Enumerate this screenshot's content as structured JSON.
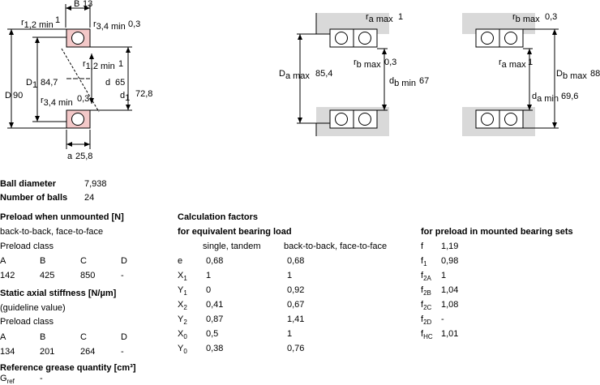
{
  "drawings": {
    "single": {
      "b": "13",
      "r12_top": "1",
      "r34_top": "0,3",
      "D": "90",
      "D1": "84,7",
      "r12_mid": "1",
      "d": "65",
      "d1": "72,8",
      "r34_bot": "0,3",
      "a": "25,8"
    },
    "mount_a": {
      "ra_max": "1",
      "Da_max": "85,4",
      "rb_max": "0,3",
      "db_min": "67"
    },
    "mount_b": {
      "rb_max": "0,3",
      "ra_max": "1",
      "Db_max": "88",
      "da_min": "69,6"
    }
  },
  "general": {
    "ball_diameter_label": "Ball diameter",
    "ball_diameter_value": "7,938",
    "number_of_balls_label": "Number of balls",
    "number_of_balls_value": "24"
  },
  "preload": {
    "heading": "Preload when unmounted [N]",
    "arrangement": "back-to-back, face-to-face",
    "class_label": "Preload class",
    "classes": [
      "A",
      "B",
      "C",
      "D"
    ],
    "values": [
      "142",
      "425",
      "850",
      "-"
    ]
  },
  "stiffness": {
    "heading": "Static axial stiffness [N/µm]",
    "note": "(guideline value)",
    "class_label": "Preload class",
    "classes": [
      "A",
      "B",
      "C",
      "D"
    ],
    "values": [
      "134",
      "201",
      "264",
      "-"
    ]
  },
  "grease": {
    "heading": "Reference grease quantity [cm³]",
    "value": "-"
  },
  "calc": {
    "heading": "Calculation factors",
    "subheading": "for equivalent bearing load",
    "col_single": "single, tandem",
    "col_btb": "back-to-back, face-to-face",
    "rows": [
      {
        "single": "0,68",
        "btb": "0,68"
      },
      {
        "single": "1",
        "btb": "1"
      },
      {
        "single": "0",
        "btb": "0,92"
      },
      {
        "single": "0,41",
        "btb": "0,67"
      },
      {
        "single": "0,87",
        "btb": "1,41"
      },
      {
        "single": "0,5",
        "btb": "1"
      },
      {
        "single": "0,38",
        "btb": "0,76"
      }
    ]
  },
  "mounted": {
    "heading": "for preload in mounted bearing sets",
    "rows": [
      "1,19",
      "0,98",
      "1",
      "1,04",
      "1,08",
      "-",
      "1,01"
    ]
  },
  "colors": {
    "housing": "#d9d9d9",
    "seal": "#f3c8c8",
    "line": "#000000"
  }
}
